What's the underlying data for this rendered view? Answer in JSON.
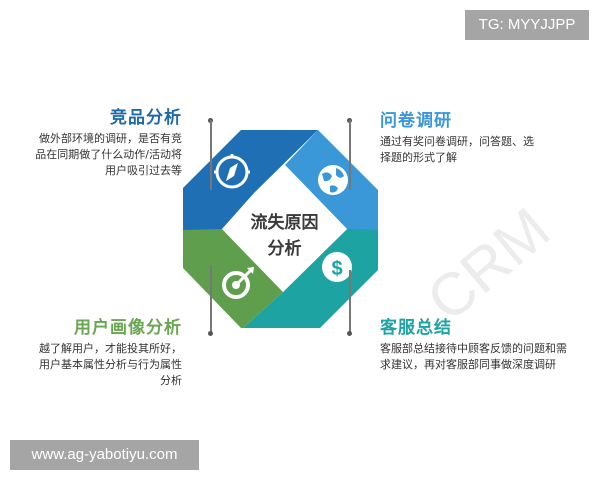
{
  "watermark_top": {
    "label": "TG: MYYJJPP"
  },
  "watermark_bottom": {
    "label": "www.ag-yabotiyu.com"
  },
  "center": {
    "line1": "流失原因",
    "line2": "分析"
  },
  "colors": {
    "dark_blue": "#1f6fb5",
    "light_blue": "#3a97d8",
    "teal": "#1ea3a3",
    "green": "#5f9e4c",
    "title_blue_dark": "#1e6aa8",
    "title_blue_light": "#3a97d8",
    "title_green": "#6aa653",
    "title_teal": "#1ea3a3"
  },
  "sections": [
    {
      "id": "competitor",
      "title": "竞品分析",
      "lines": [
        "做外部环境的调研，是否有竞",
        "品在同期做了什么动作/活动将",
        "用户吸引过去等"
      ],
      "icon": "compass-icon"
    },
    {
      "id": "survey",
      "title": "问卷调研",
      "lines": [
        "通过有奖问卷调研，问答题、选",
        "择题的形式了解"
      ],
      "icon": "globe-icon"
    },
    {
      "id": "persona",
      "title": "用户画像分析",
      "lines": [
        "越了解用户，才能投其所好，",
        "用户基本属性分析与行为属性",
        "分析"
      ],
      "icon": "target-icon"
    },
    {
      "id": "service",
      "title": "客服总结",
      "lines": [
        "客服部总结接待中顾客反馈的问题和需",
        "求建议，再对客服部同事做深度调研"
      ],
      "icon": "dollar-icon"
    }
  ]
}
